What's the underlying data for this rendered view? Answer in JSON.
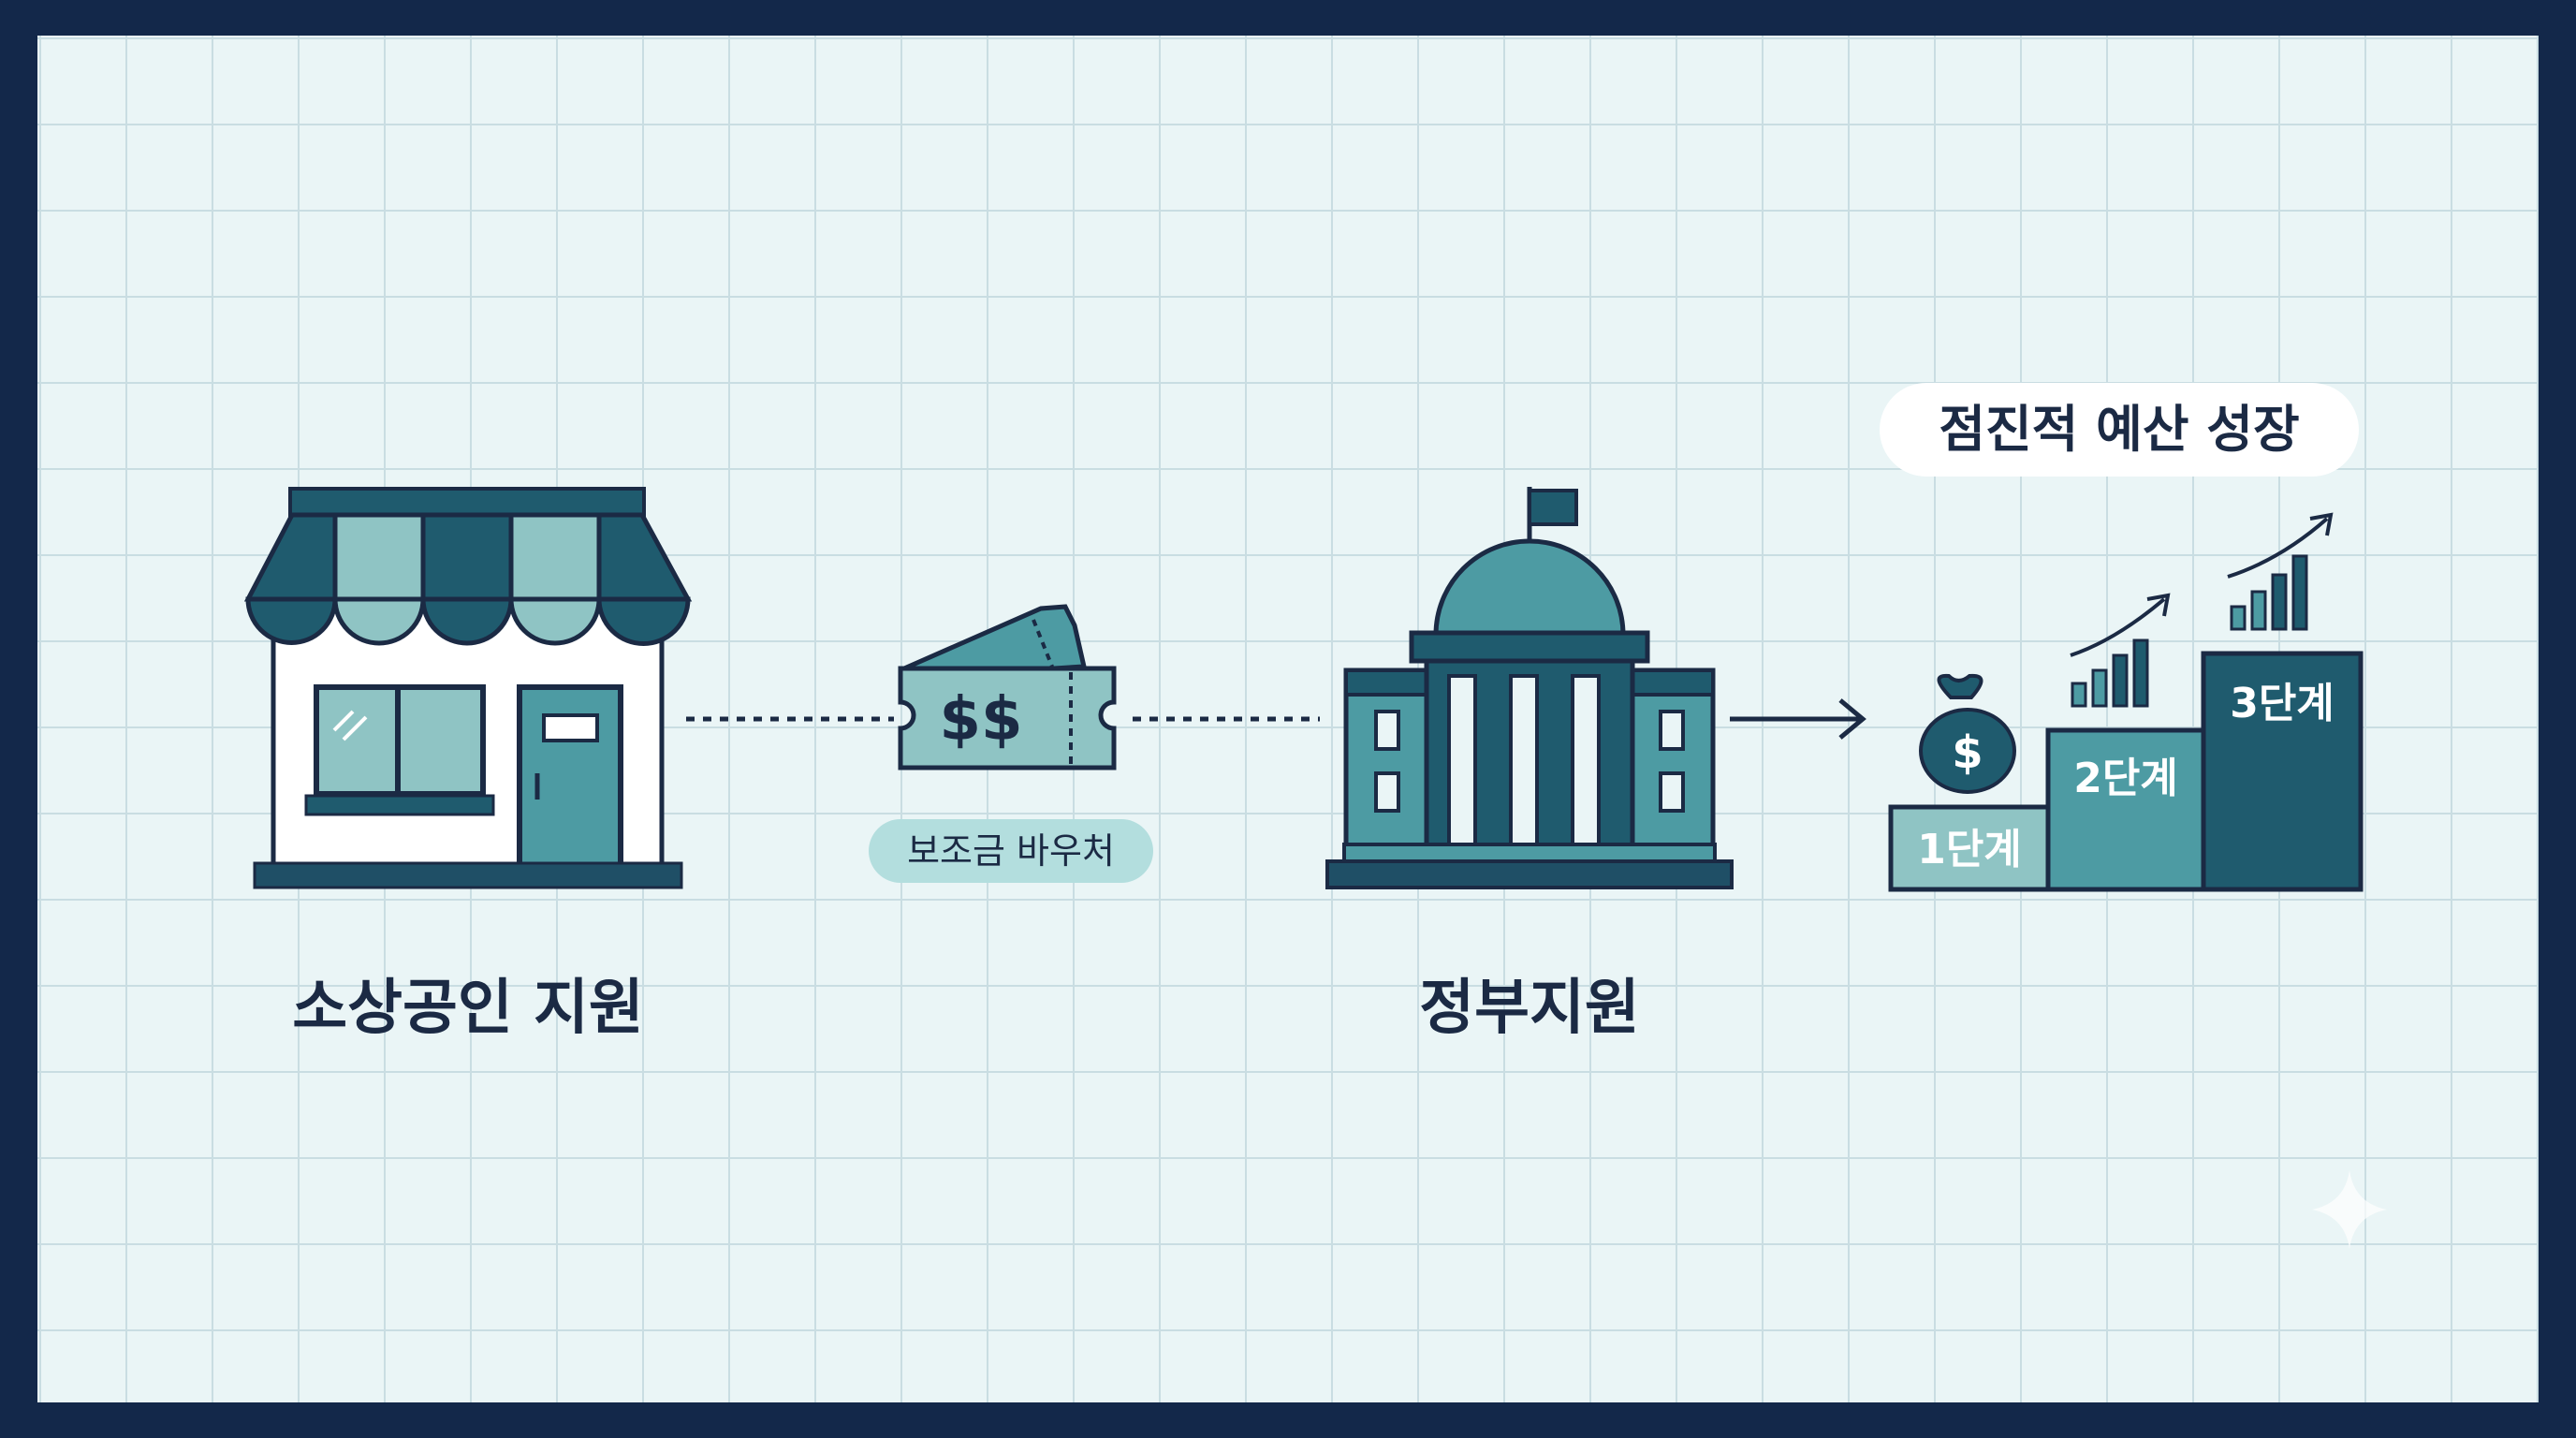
{
  "labels": {
    "small_business": "소상공인 지원",
    "government": "정부지원",
    "voucher": "보조금 바우처",
    "growth": "점진적 예산 성장"
  },
  "voucher_symbols": "$$",
  "money_bag_symbol": "$",
  "stages": [
    "1단계",
    "2단계",
    "3단계"
  ],
  "colors": {
    "frame": "#13284a",
    "background": "#eaf5f6",
    "grid": "#c9dde2",
    "dark_teal": "#1f5b6e",
    "teal": "#4d9ba3",
    "light_teal": "#93c9c9",
    "navy": "#1b2a44"
  }
}
